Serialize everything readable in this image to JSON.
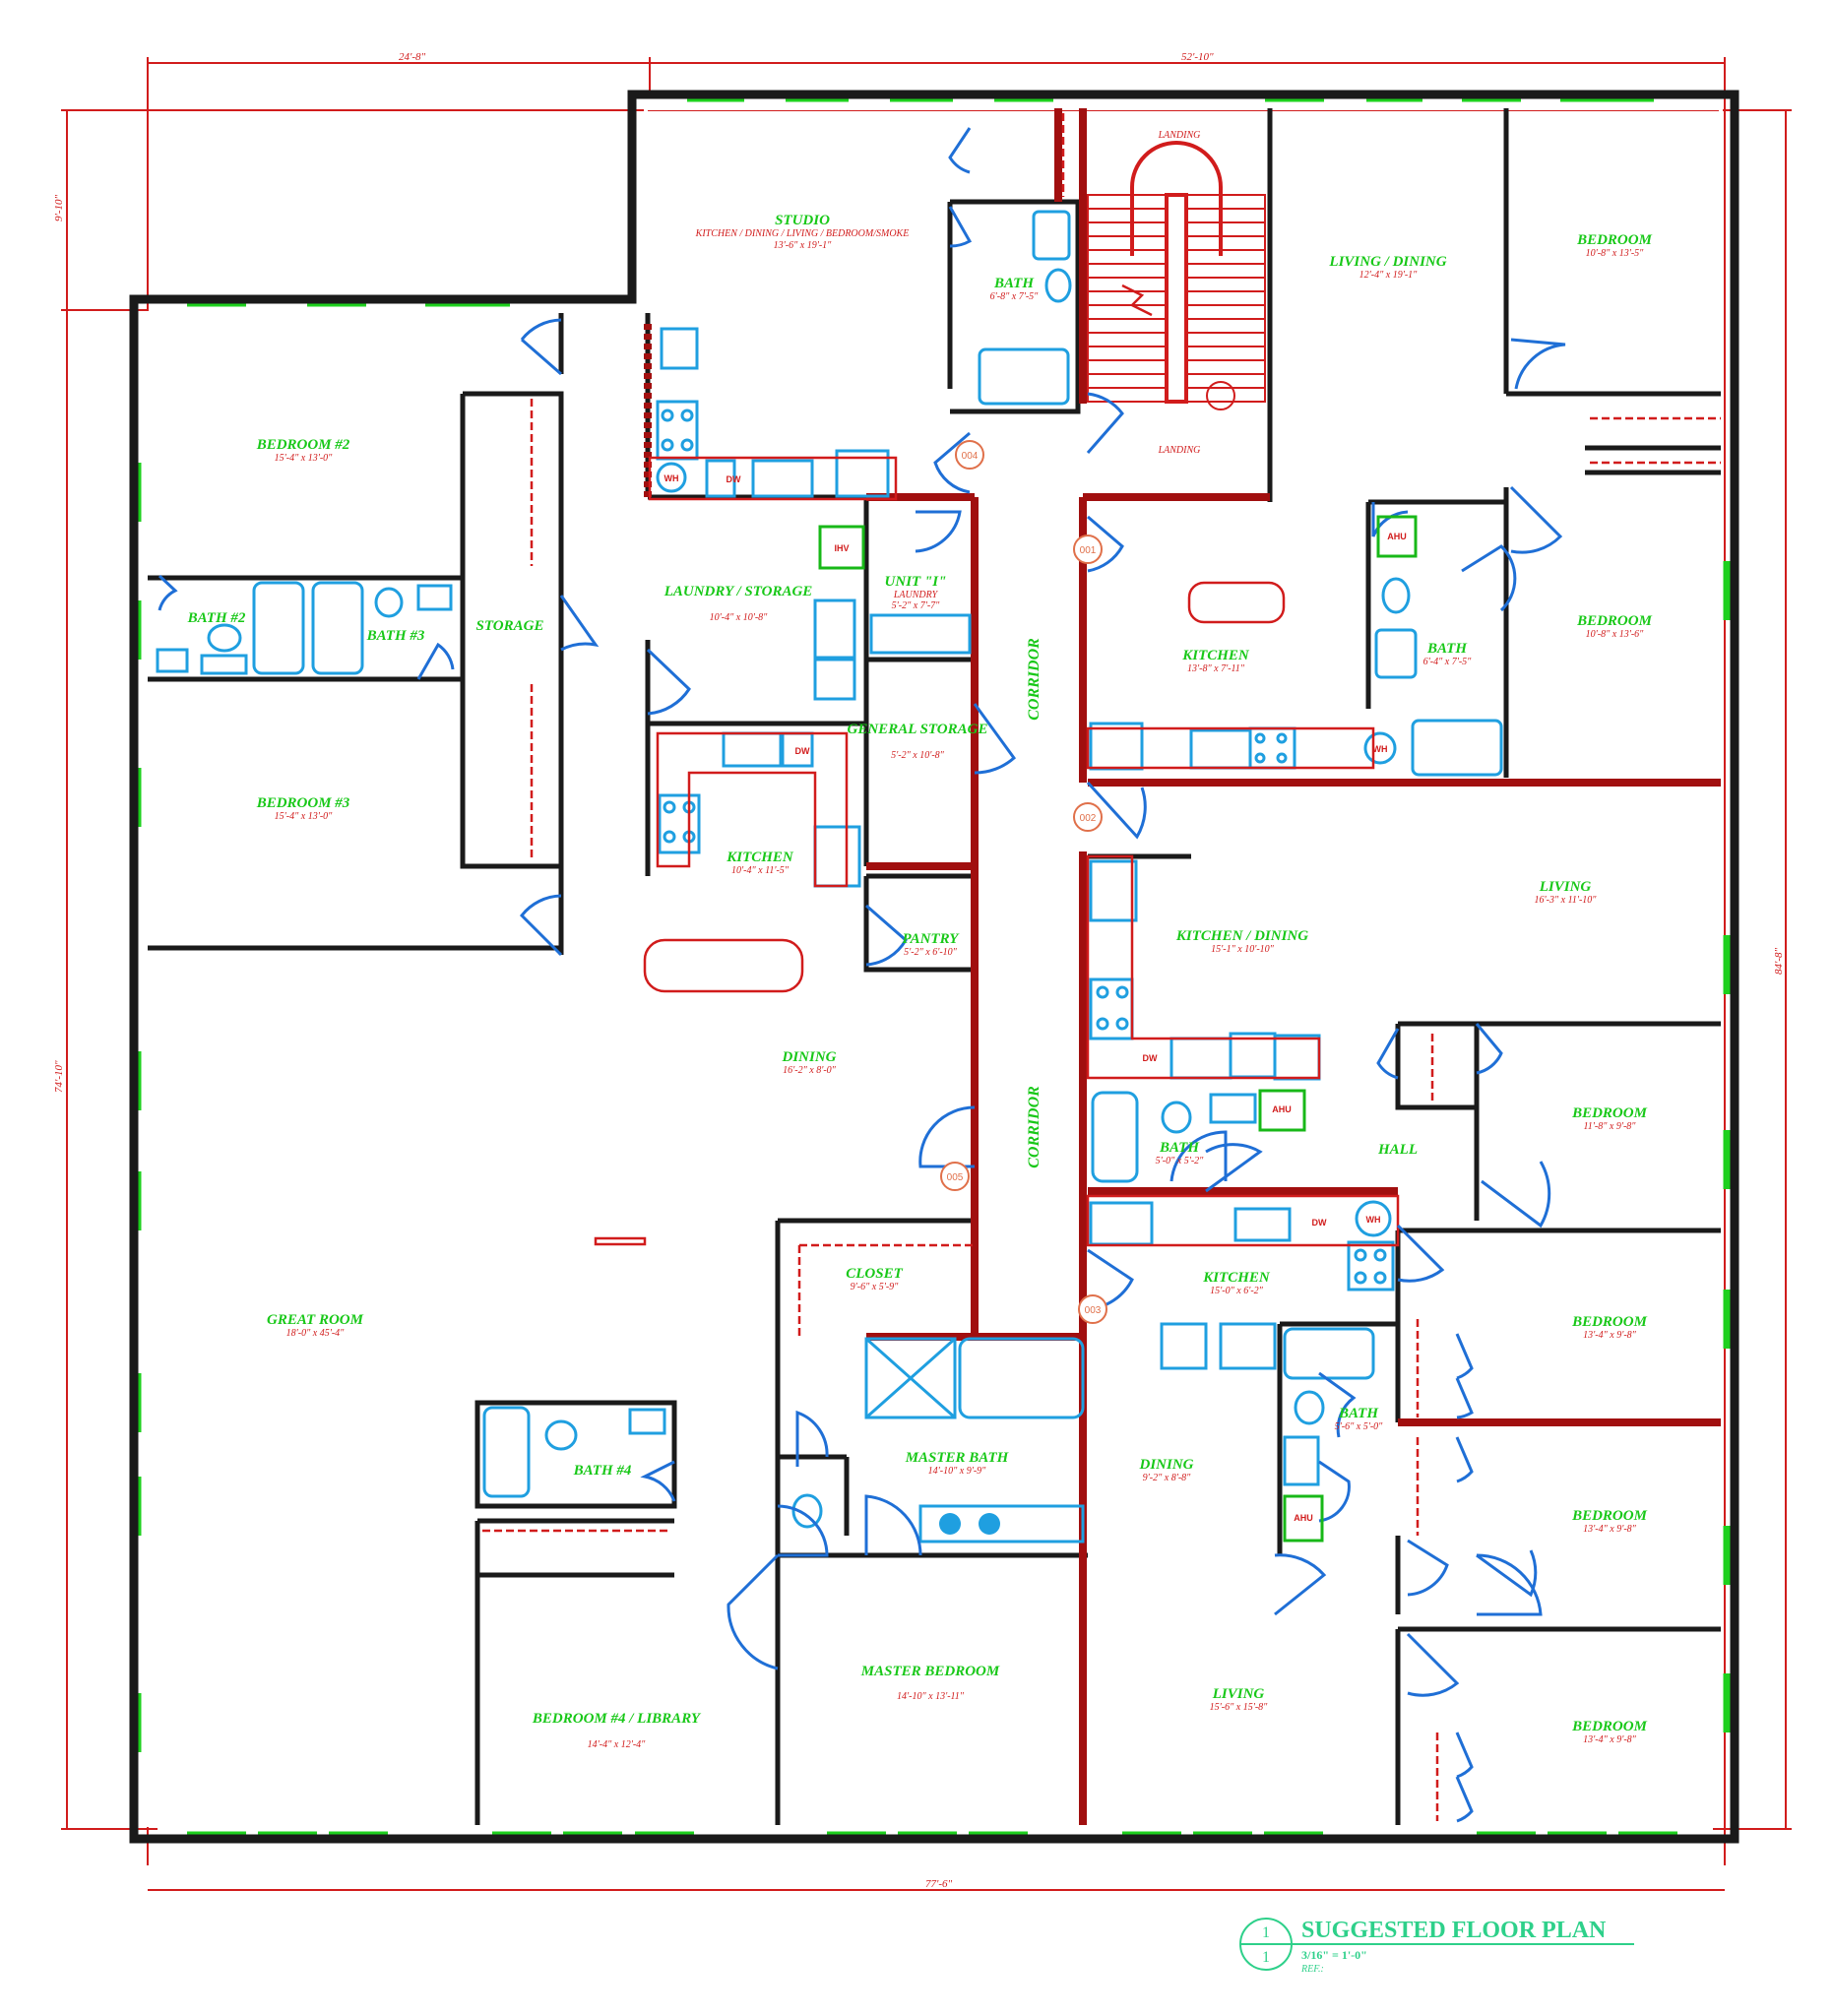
{
  "dimensions": {
    "top_left": "24'-8\"",
    "top_right": "52'-10\"",
    "left_upper": "9'-10\"",
    "left_overall": "74'-10\"",
    "right_overall": "84'-8\"",
    "bottom_overall": "77'-6\""
  },
  "rooms": [
    {
      "id": "studio",
      "name": "STUDIO",
      "sub": "KITCHEN / DINING / LIVING / BEDROOM/SMOKE",
      "size": "13'-6\" x 19'-1\""
    },
    {
      "id": "bath-studio",
      "name": "BATH",
      "size": "6'-8\" x 7'-5\""
    },
    {
      "id": "landing-top",
      "name": "LANDING"
    },
    {
      "id": "landing-bottom",
      "name": "LANDING"
    },
    {
      "id": "living-dining-ne",
      "name": "LIVING / DINING",
      "size": "12'-4\" x 19'-1\""
    },
    {
      "id": "bedroom-ne-1",
      "name": "BEDROOM",
      "size": "10'-8\" x 13'-5\""
    },
    {
      "id": "bedroom-ne-2",
      "name": "BEDROOM",
      "size": "10'-8\" x 13'-6\""
    },
    {
      "id": "bath-ne",
      "name": "BATH",
      "size": "6'-4\" x 7'-5\""
    },
    {
      "id": "kitchen-ne",
      "name": "KITCHEN",
      "size": "13'-8\" x 7'-11\""
    },
    {
      "id": "bedroom-2",
      "name": "BEDROOM #2",
      "size": "15'-4\" x 13'-0\""
    },
    {
      "id": "bath-2",
      "name": "BATH #2"
    },
    {
      "id": "bath-3",
      "name": "BATH #3"
    },
    {
      "id": "storage",
      "name": "STORAGE"
    },
    {
      "id": "bedroom-3",
      "name": "BEDROOM #3",
      "size": "15'-4\" x 13'-0\""
    },
    {
      "id": "laundry",
      "name": "LAUNDRY / STORAGE",
      "size": "10'-4\" x 10'-8\""
    },
    {
      "id": "unit-i",
      "name": "UNIT \"I\"",
      "sub": "LAUNDRY",
      "size": "5'-2\" x 7'-7\""
    },
    {
      "id": "general-storage",
      "name": "GENERAL STORAGE",
      "size": "5'-2\" x 10'-8\""
    },
    {
      "id": "kitchen-w",
      "name": "KITCHEN",
      "size": "10'-4\" x 11'-5\""
    },
    {
      "id": "pantry",
      "name": "PANTRY",
      "size": "5'-2\" x 6'-10\""
    },
    {
      "id": "dining-w",
      "name": "DINING",
      "size": "16'-2\" x 8'-0\""
    },
    {
      "id": "great-room",
      "name": "GREAT ROOM",
      "size": "18'-0\" x 45'-4\""
    },
    {
      "id": "bath-4",
      "name": "BATH #4"
    },
    {
      "id": "bedroom-4",
      "name": "BEDROOM #4 / LIBRARY",
      "size": "14'-4\" x 12'-4\""
    },
    {
      "id": "closet",
      "name": "CLOSET",
      "size": "9'-6\" x 5'-9\""
    },
    {
      "id": "master-bath",
      "name": "MASTER BATH",
      "size": "14'-10\" x 9'-9\""
    },
    {
      "id": "master-bedroom",
      "name": "MASTER BEDROOM",
      "size": "14'-10\" x 13'-11\""
    },
    {
      "id": "living-e",
      "name": "LIVING",
      "size": "16'-3\" x 11'-10\""
    },
    {
      "id": "kitchen-dining-e",
      "name": "KITCHEN / DINING",
      "size": "15'-1\" x 10'-10\""
    },
    {
      "id": "bath-e",
      "name": "BATH",
      "size": "5'-0\" x 5'-2\""
    },
    {
      "id": "hall",
      "name": "HALL"
    },
    {
      "id": "bedroom-e-1",
      "name": "BEDROOM",
      "size": "11'-8\" x 9'-8\""
    },
    {
      "id": "kitchen-se",
      "name": "KITCHEN",
      "size": "15'-0\" x 6'-2\""
    },
    {
      "id": "bedroom-e-2",
      "name": "BEDROOM",
      "size": "13'-4\" x 9'-8\""
    },
    {
      "id": "bath-se",
      "name": "BATH",
      "size": "5'-6\" x 5'-0\""
    },
    {
      "id": "dining-se",
      "name": "DINING",
      "size": "9'-2\" x 8'-8\""
    },
    {
      "id": "bedroom-e-3",
      "name": "BEDROOM",
      "size": "13'-4\" x 9'-8\""
    },
    {
      "id": "living-se",
      "name": "LIVING",
      "size": "15'-6\" x 15'-8\""
    },
    {
      "id": "bedroom-e-4",
      "name": "BEDROOM",
      "size": "13'-4\" x 9'-8\""
    }
  ],
  "corridor_labels": [
    "CORRIDOR",
    "CORRIDOR"
  ],
  "unit_tags": [
    "004",
    "001",
    "002",
    "005",
    "003"
  ],
  "equipment": {
    "ahu": "AHU",
    "dw": "DW",
    "wh": "WH",
    "ihv": "IHV"
  },
  "title_block": {
    "number": "1",
    "sheet": "1",
    "title": "SUGGESTED FLOOR PLAN",
    "scale": "3/16\" = 1'-0\"",
    "ref": "REF.:"
  }
}
